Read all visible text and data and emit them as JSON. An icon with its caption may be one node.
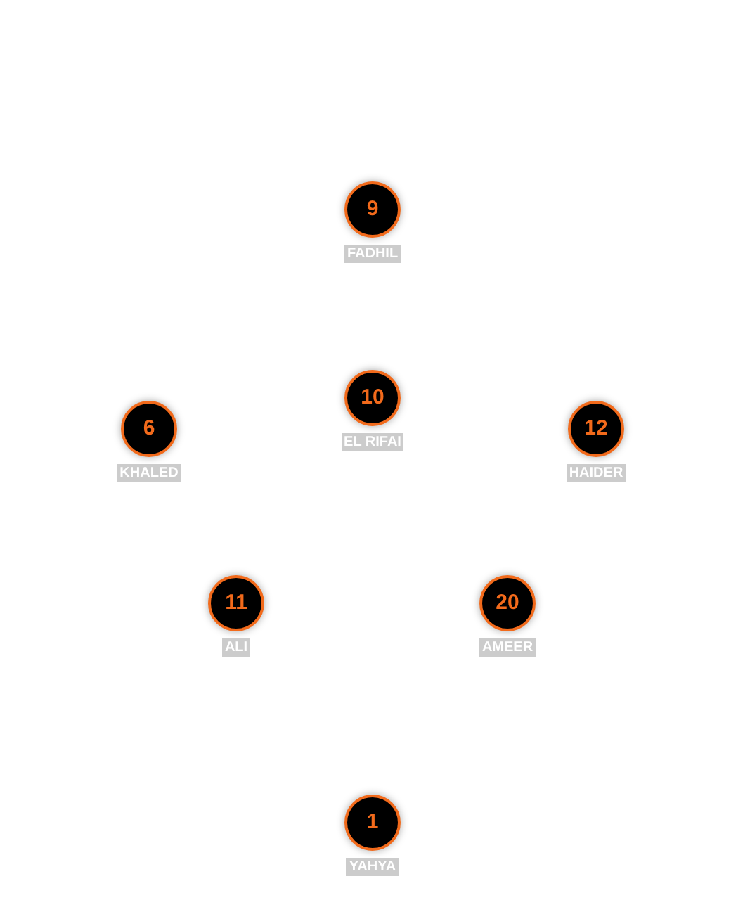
{
  "diagram": {
    "nodes": [
      {
        "text": [
          "9"
        ],
        "beside": [
          "FADHIL"
        ]
      },
      {
        "text": [
          "10"
        ],
        "beside": [
          "EL RIFAI"
        ]
      },
      {
        "text": [
          "6"
        ],
        "beside": [
          "KHALED"
        ]
      },
      {
        "text": [
          "12"
        ],
        "beside": [
          "HAIDER"
        ]
      },
      {
        "text": [
          "11"
        ],
        "beside": [
          "ALI"
        ]
      },
      {
        "text": [
          "20"
        ],
        "beside": [
          "AMEER"
        ]
      },
      {
        "text": [
          "1"
        ],
        "beside": [
          "YAHYA"
        ]
      }
    ]
  }
}
